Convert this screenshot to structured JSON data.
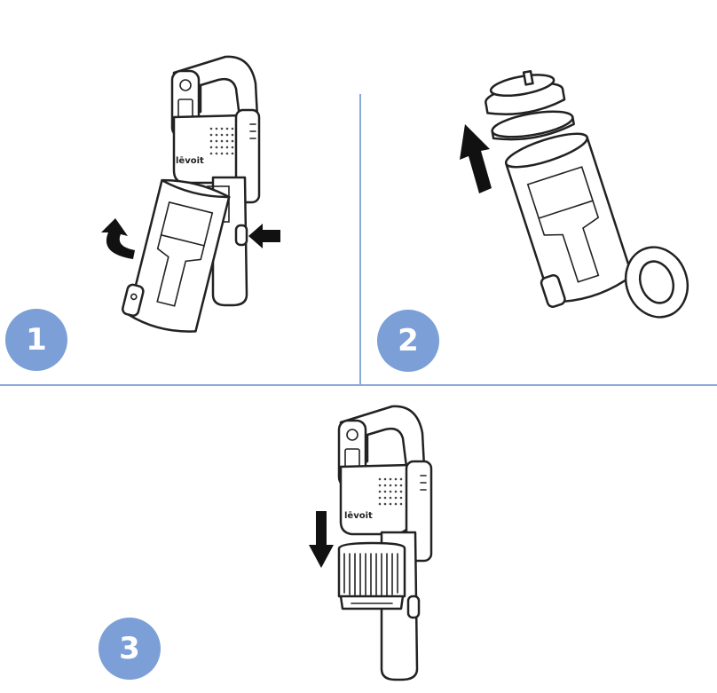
{
  "steps": [
    {
      "number": "1"
    },
    {
      "number": "2"
    },
    {
      "number": "3"
    }
  ],
  "brand_label": "lēvoit",
  "colors": {
    "badge": "#7b9fd6",
    "divider": "#8aa8d8",
    "line_art": "#222222"
  },
  "icons": [
    "curved-arrow-icon",
    "push-arrow-icon",
    "up-arrow-icon",
    "down-arrow-icon"
  ]
}
